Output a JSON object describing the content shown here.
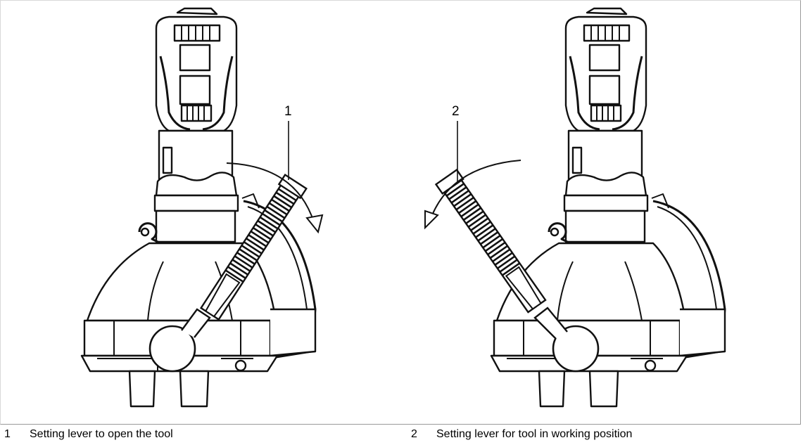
{
  "figure": {
    "callouts": [
      "1",
      "2"
    ]
  },
  "legend": [
    {
      "number": "1",
      "text": "Setting lever to open the tool"
    },
    {
      "number": "2",
      "text": "Setting lever for tool in working position"
    }
  ]
}
